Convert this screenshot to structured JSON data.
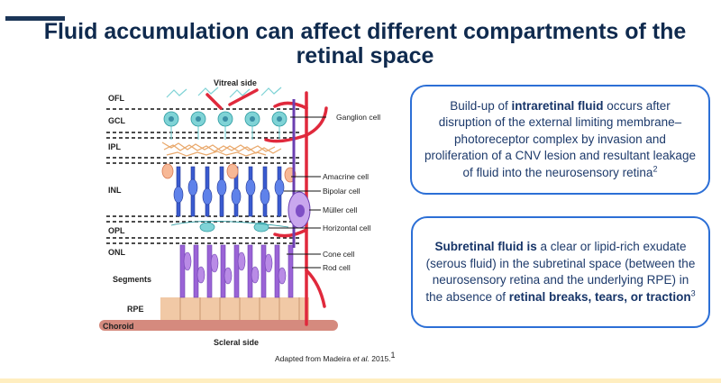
{
  "title": "Fluid accumulation can affect different compartments of the retinal space",
  "diagram": {
    "top_label": "Vitreal side",
    "bottom_label": "Scleral side",
    "layers": [
      "OFL",
      "GCL",
      "IPL",
      "INL",
      "OPL",
      "ONL",
      "Segments",
      "RPE",
      "Choroid"
    ],
    "cells": [
      "Ganglion cell",
      "Amacrine cell",
      "Bipolar cell",
      "Müller cell",
      "Horizontal cell",
      "Cone cell",
      "Rod cell"
    ]
  },
  "box1": {
    "t1": "Build-up of ",
    "bold": "intraretinal fluid",
    "t2": " occurs after disruption of the external limiting membrane–photoreceptor complex by invasion and proliferation of a CNV lesion and resultant leakage of fluid into the neurosensory retina",
    "ref": "2"
  },
  "box2": {
    "bold1": "Subretinal fluid is",
    "t1": " a clear or lipid-rich exudate (serous fluid) in the subretinal space (between the neurosensory retina and the underlying RPE) in the absence of ",
    "bold2": "retinal breaks, tears, or traction",
    "ref": "3"
  },
  "caption": {
    "prefix": "Adapted from Madeira ",
    "italic": "et al.",
    "suffix": " 2015.",
    "ref": "1"
  },
  "colors": {
    "title": "#0f2a4e",
    "box_border": "#2c6fd6",
    "vessel": "#e0293c",
    "ganglion": "#7fd3d6",
    "bipolar": "#3a5bd0",
    "cone_rod": "#9a63d6",
    "rpe": "#f1c9a6",
    "choroid": "#d58a7e"
  }
}
